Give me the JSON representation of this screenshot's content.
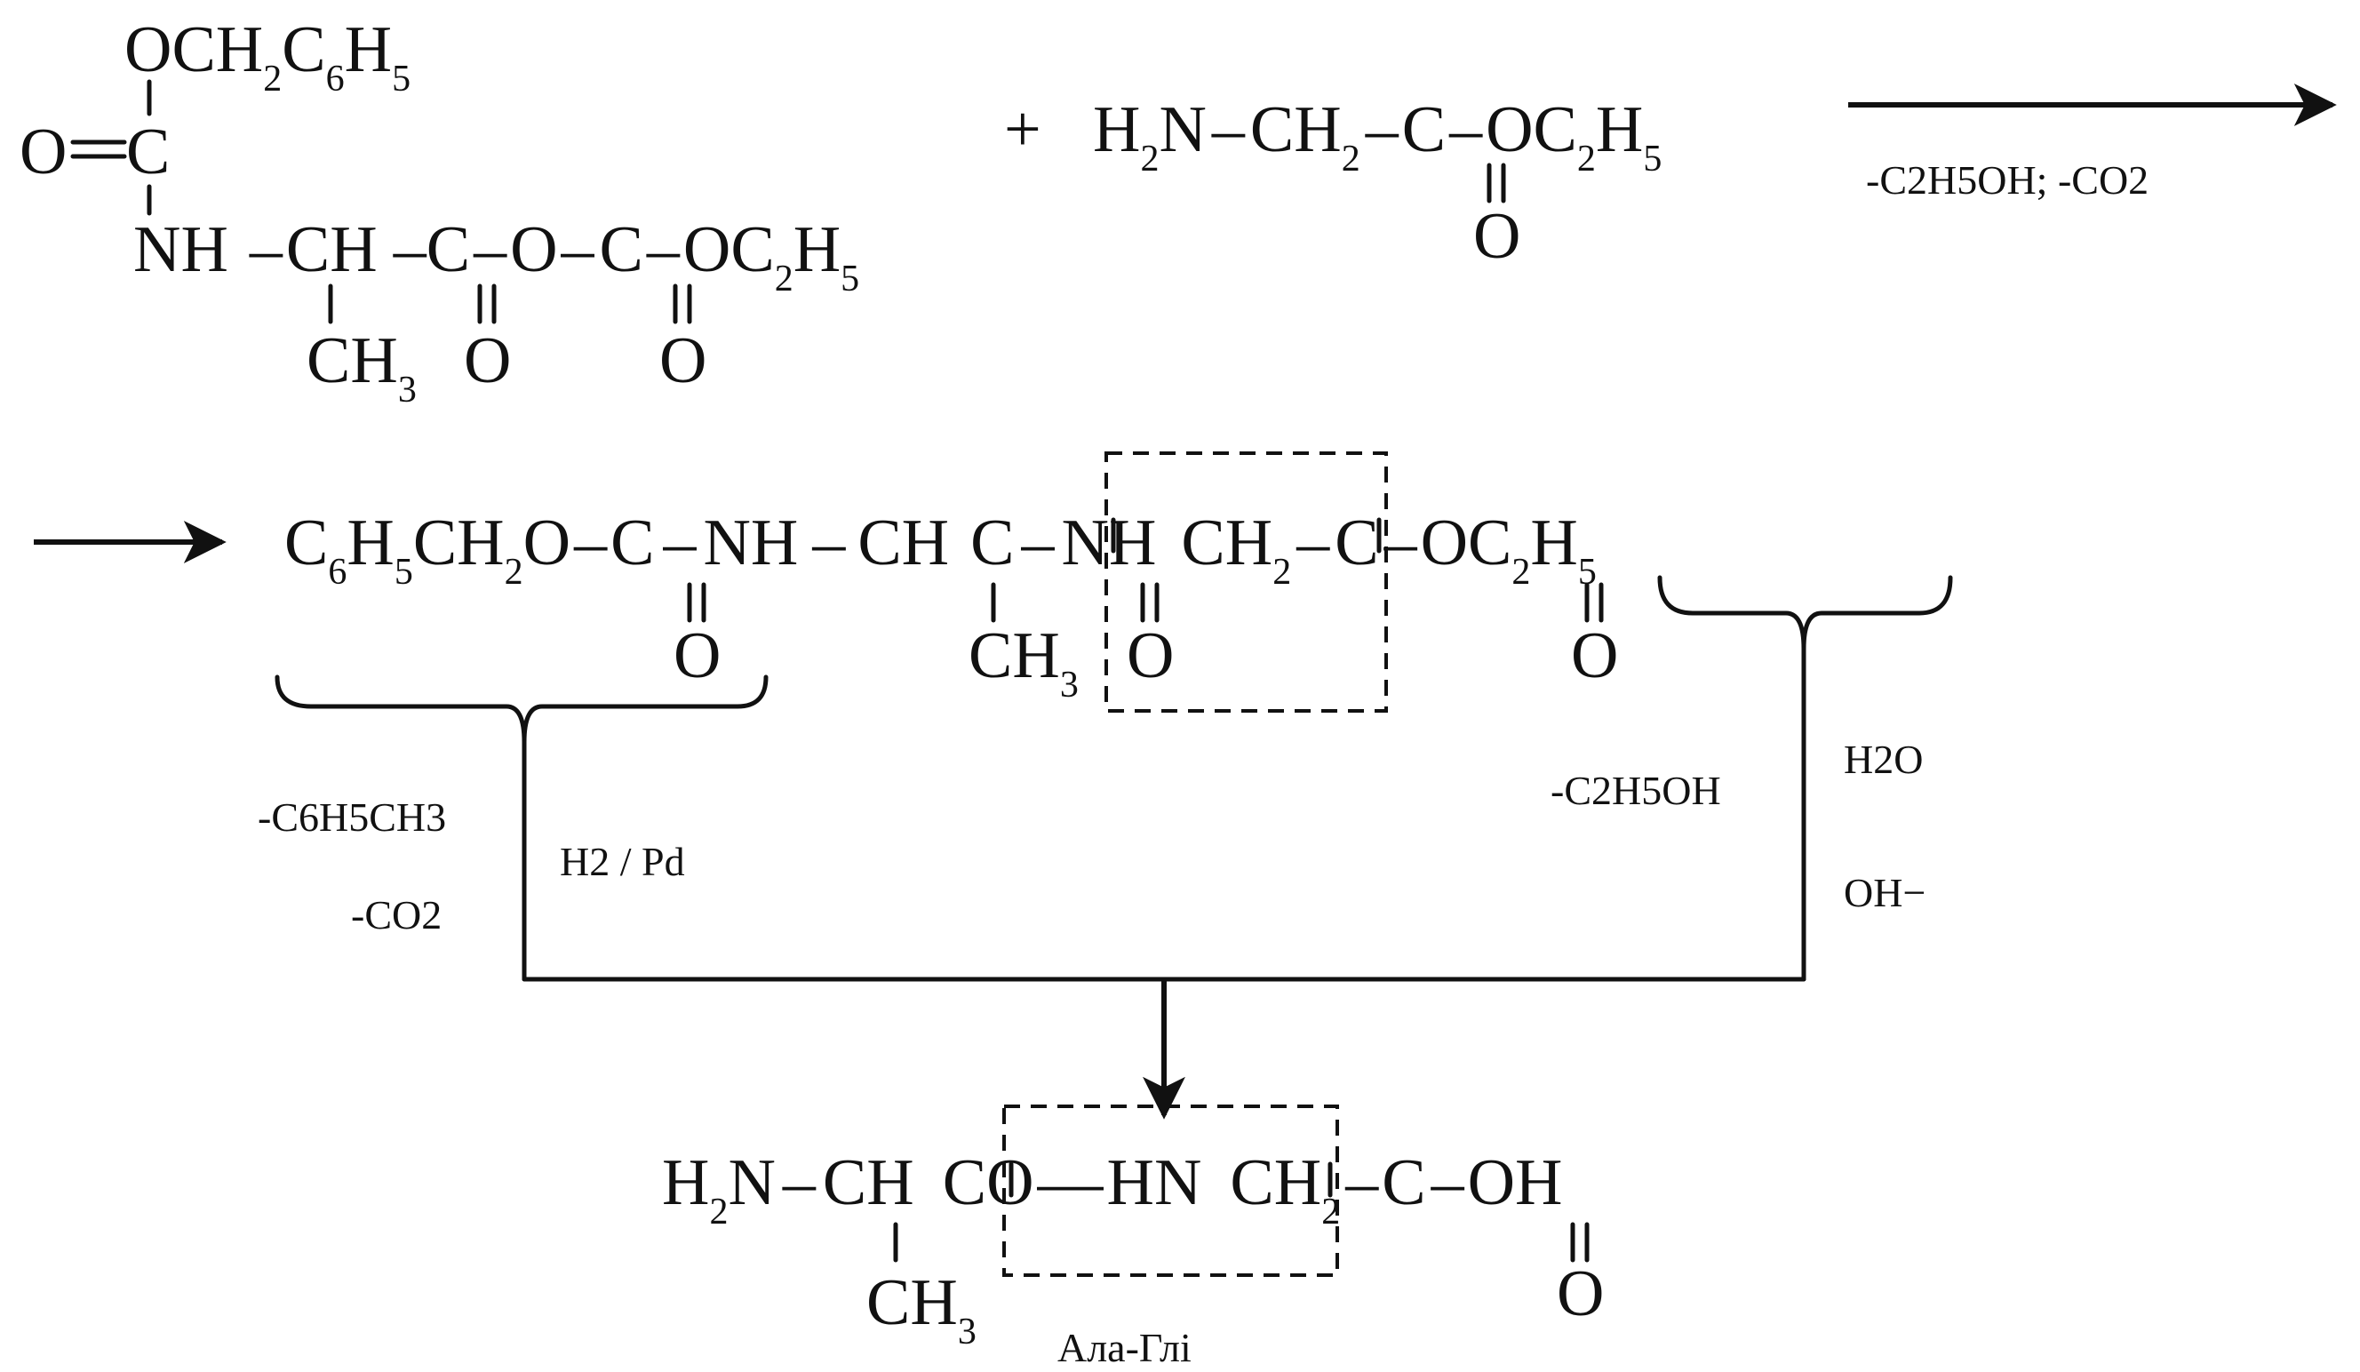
{
  "reactants": {
    "carbamate_group": "OCH2C6H5",
    "anhydride_chain": "NH–CH–C–O–C–OC2H5",
    "plus": "+",
    "glycine_ester": "H2N–CH2–C–OC2H5",
    "methyl": "CH3",
    "carbonyl_o": "O"
  },
  "reaction_conditions": {
    "step1_byproducts": "-C2H5OH; -CO2",
    "step2_left_removed_1": "-C6H5CH3",
    "step2_left_removed_2": "-CO2",
    "step2_left_reagent": "H2 / Pd",
    "step2_right_removed": "-C2H5OH",
    "step2_right_reagent_1": "H2O",
    "step2_right_reagent_2": "OH−"
  },
  "intermediate": {
    "formula": "C6H5CH2O–C–NH–CH–C–NH–CH2–C–OC2H5"
  },
  "product": {
    "formula": "H2N–CH–CO–HN–CH2–C–OH",
    "name": "Ала-Глі"
  }
}
